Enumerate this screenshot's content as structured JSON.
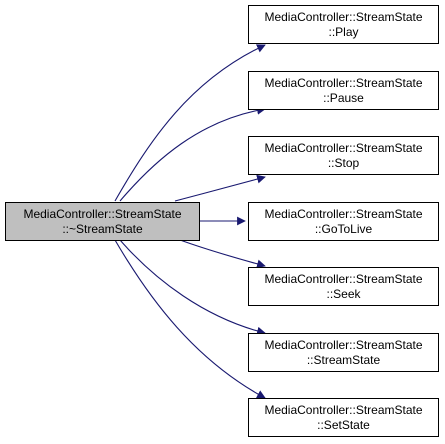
{
  "graph": {
    "root": {
      "line1": "MediaController::StreamState",
      "line2": "::~StreamState"
    },
    "callees": [
      {
        "line1": "MediaController::StreamState",
        "line2": "::Play"
      },
      {
        "line1": "MediaController::StreamState",
        "line2": "::Pause"
      },
      {
        "line1": "MediaController::StreamState",
        "line2": "::Stop"
      },
      {
        "line1": "MediaController::StreamState",
        "line2": "::GoToLive"
      },
      {
        "line1": "MediaController::StreamState",
        "line2": "::Seek"
      },
      {
        "line1": "MediaController::StreamState",
        "line2": "::StreamState"
      },
      {
        "line1": "MediaController::StreamState",
        "line2": "::SetState"
      }
    ],
    "colors": {
      "edge": "#191970",
      "root_fill": "#bfbfbf",
      "node_fill": "#ffffff",
      "border": "#000000"
    }
  }
}
